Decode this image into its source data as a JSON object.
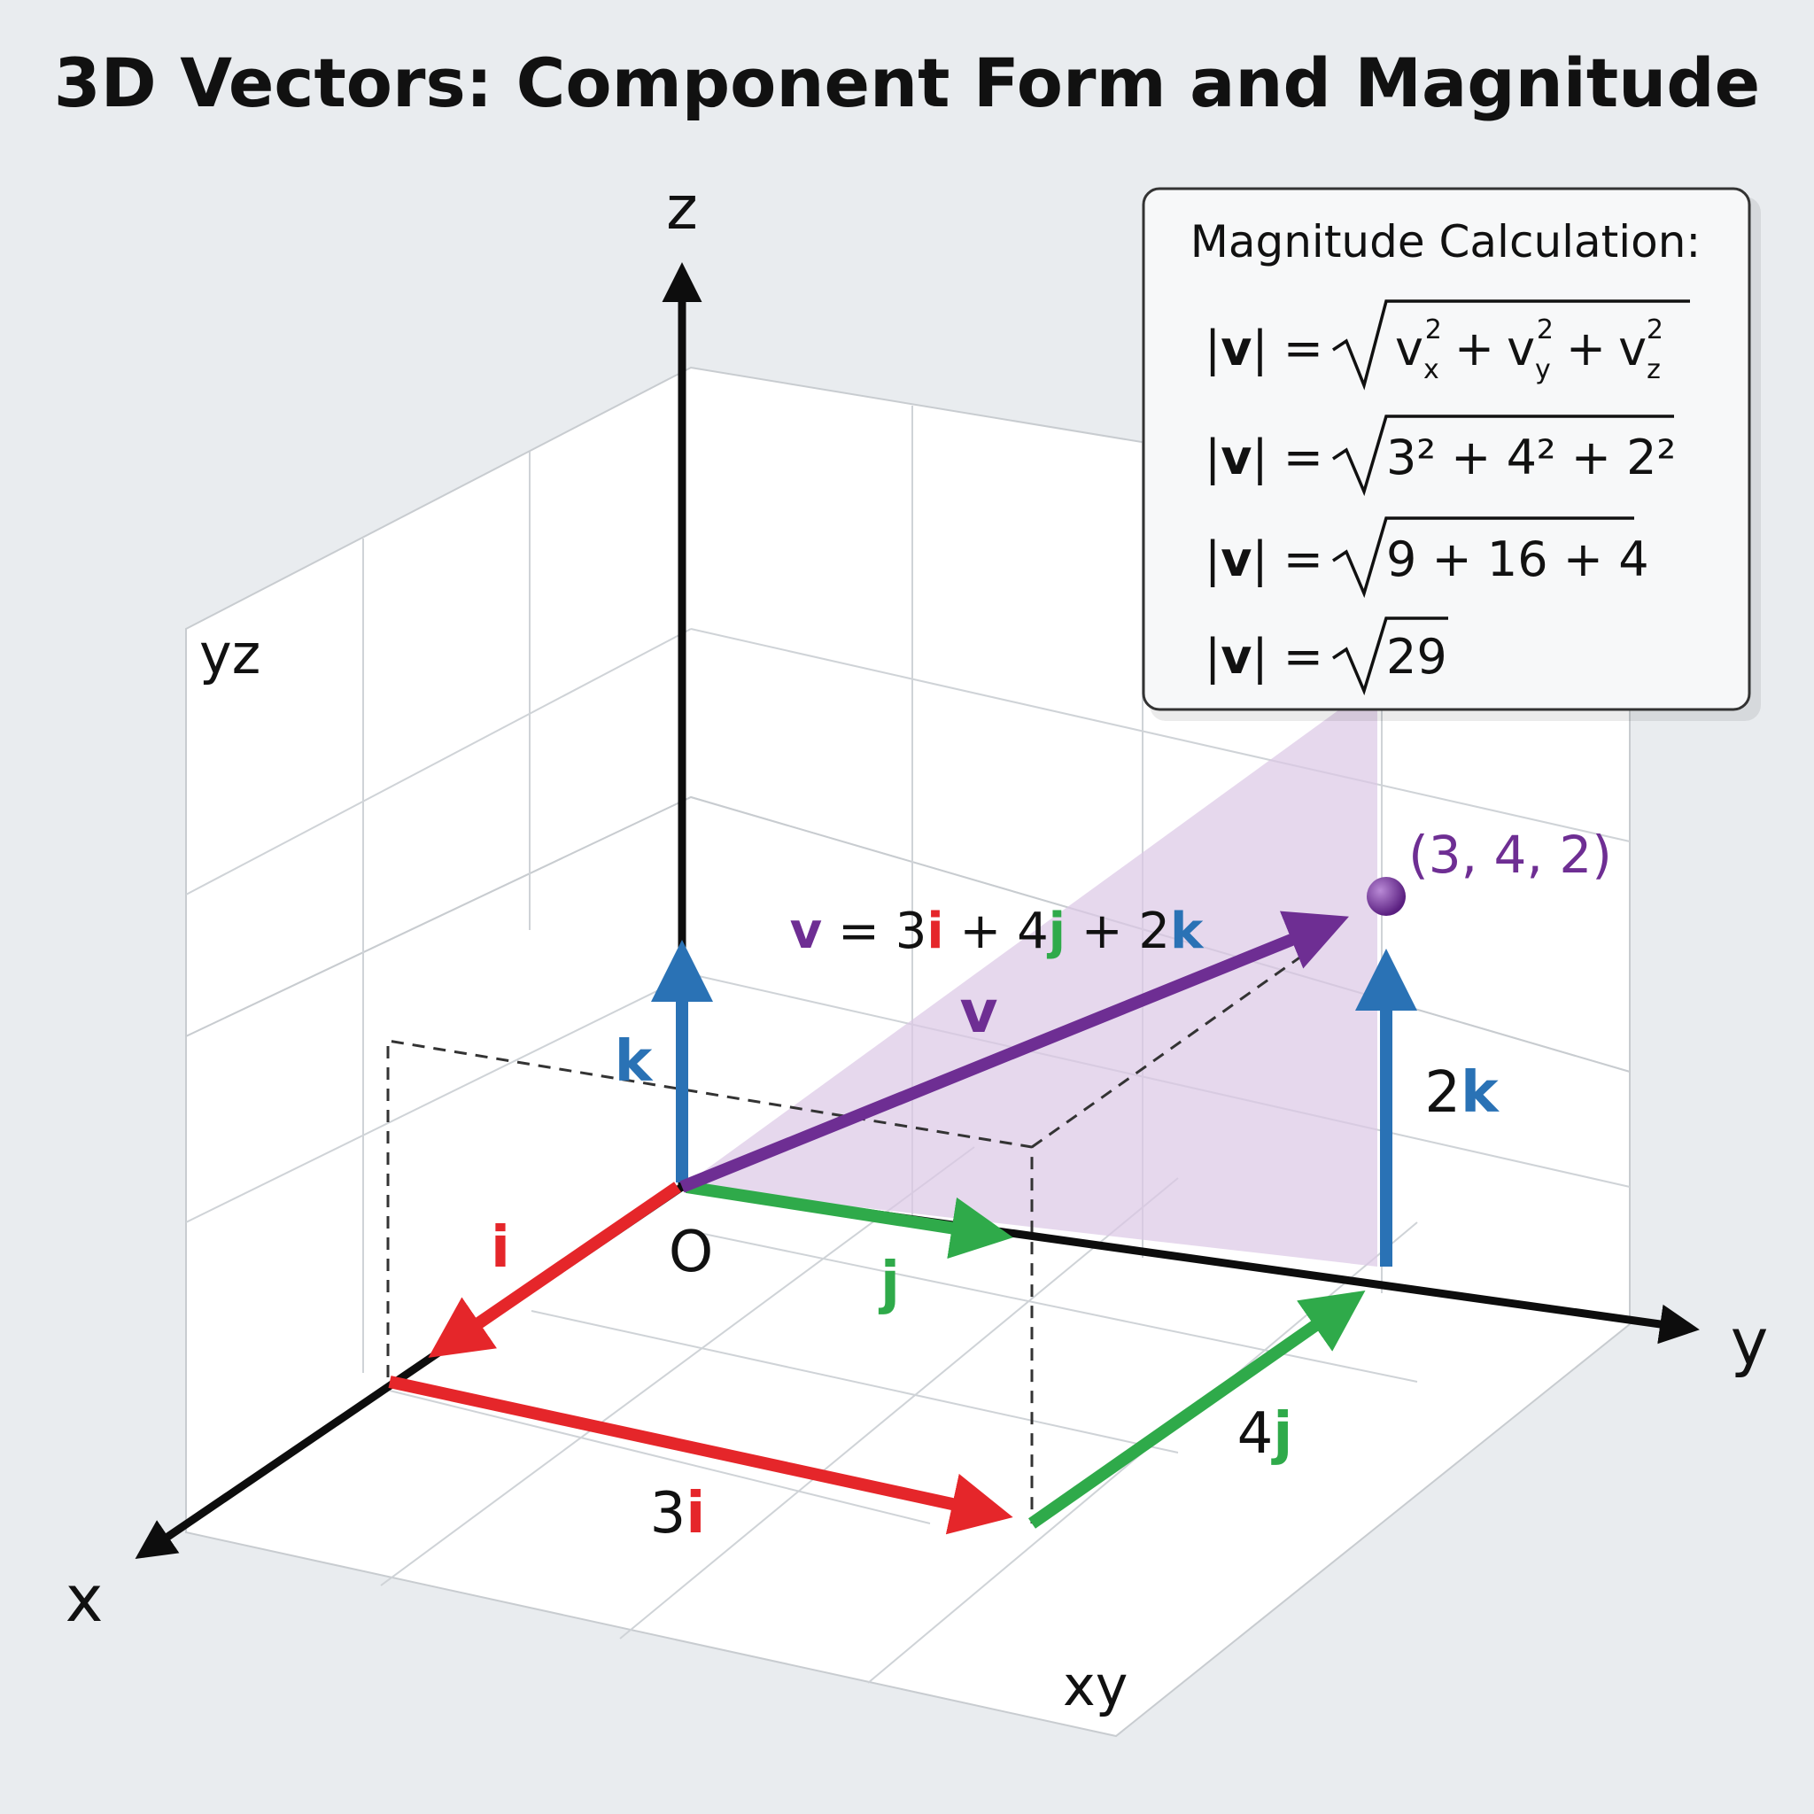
{
  "title": "3D Vectors: Component Form and Magnitude",
  "colors": {
    "background": "#e9ecef",
    "i_red": "#e5262a",
    "j_green": "#2faa4a",
    "k_blue": "#2a72b5",
    "v_purple": "#6e2e93",
    "axis_black": "#0d0d0d",
    "plane_fill": "#dcc7e6"
  },
  "axes": {
    "x": "x",
    "y": "y",
    "z": "z",
    "origin": "O"
  },
  "planes": {
    "yz": "yz",
    "xy": "xy"
  },
  "unit_vectors": {
    "i": "i",
    "j": "j",
    "k": "k"
  },
  "components": {
    "x_coef": "3",
    "x_unit": "i",
    "y_coef": "4",
    "y_unit": "j",
    "z_coef": "2",
    "z_unit": "k"
  },
  "vector": {
    "label": "v",
    "equation": {
      "lhs": "v",
      "eq": " = 3",
      "i": "i",
      "plus1": " + 4",
      "j": "j",
      "plus2": " + 2",
      "k": "k"
    },
    "point_label": "(3, 4, 2)",
    "values": {
      "x": 3,
      "y": 4,
      "z": 2
    }
  },
  "magnitude_box": {
    "title": "Magnitude Calculation:",
    "lhs_open": "|",
    "lhs_v": "v",
    "lhs_close": "| =",
    "line1": {
      "v": "v",
      "sub_x": "x",
      "sub_y": "y",
      "sub_z": "z",
      "sq": "2",
      "plus": "+"
    },
    "line2": "3² + 4² + 2²",
    "line3": "9 + 16 + 4",
    "line4": "29"
  }
}
